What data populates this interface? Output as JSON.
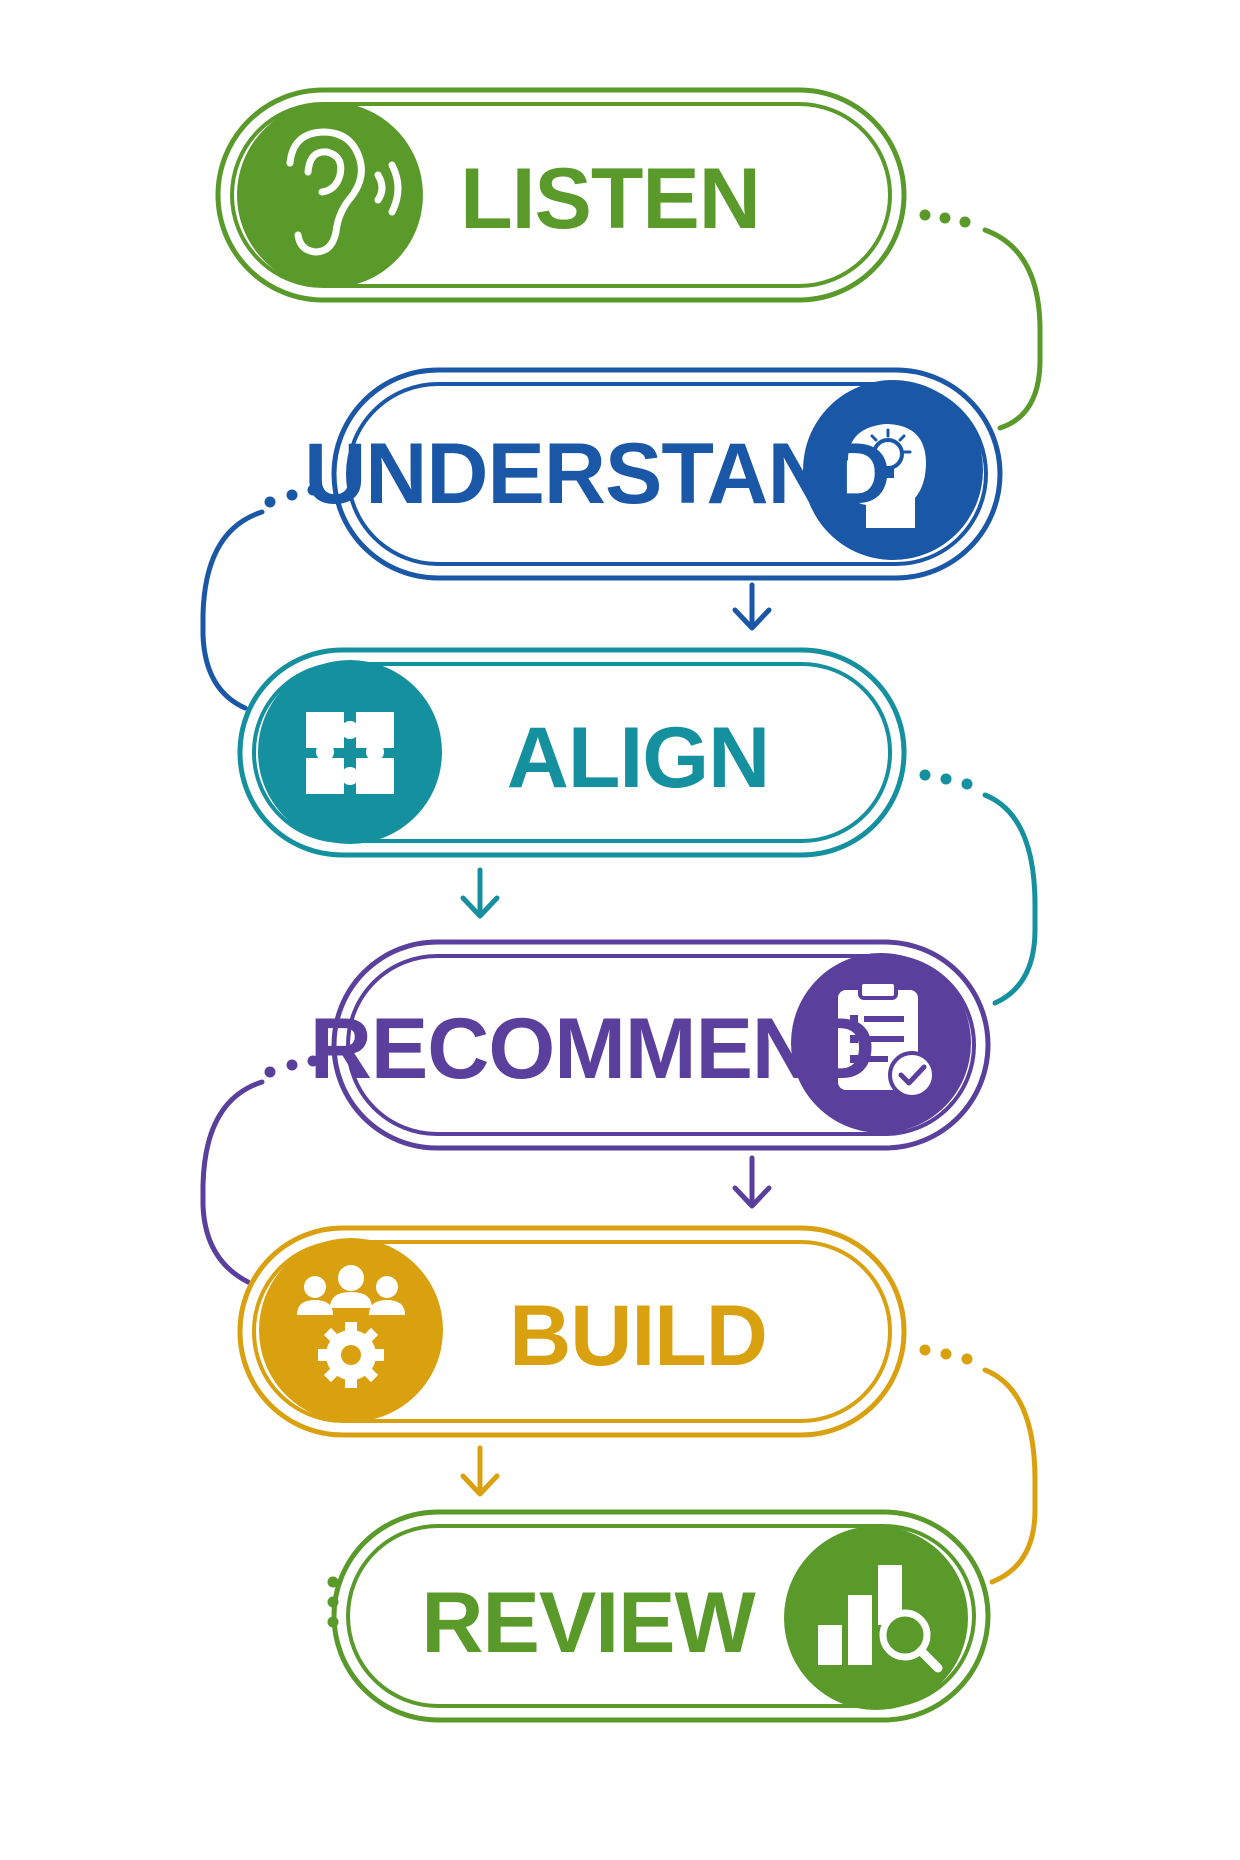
{
  "diagram": {
    "colors": {
      "listen": "#5a9a2b",
      "understand": "#1a57a6",
      "align": "#14909e",
      "recommend": "#5a3f9c",
      "build": "#d9a10f",
      "review": "#5a9a2b"
    },
    "steps": [
      {
        "id": "listen",
        "label": "LISTEN",
        "icon": "ear-icon"
      },
      {
        "id": "understand",
        "label": "UNDERSTAND",
        "icon": "head-lightbulb-icon"
      },
      {
        "id": "align",
        "label": "ALIGN",
        "icon": "puzzle-icon"
      },
      {
        "id": "recommend",
        "label": "RECOMMEND",
        "icon": "clipboard-check-icon"
      },
      {
        "id": "build",
        "label": "BUILD",
        "icon": "team-gear-icon"
      },
      {
        "id": "review",
        "label": "REVIEW",
        "icon": "chart-magnifier-icon"
      }
    ]
  }
}
